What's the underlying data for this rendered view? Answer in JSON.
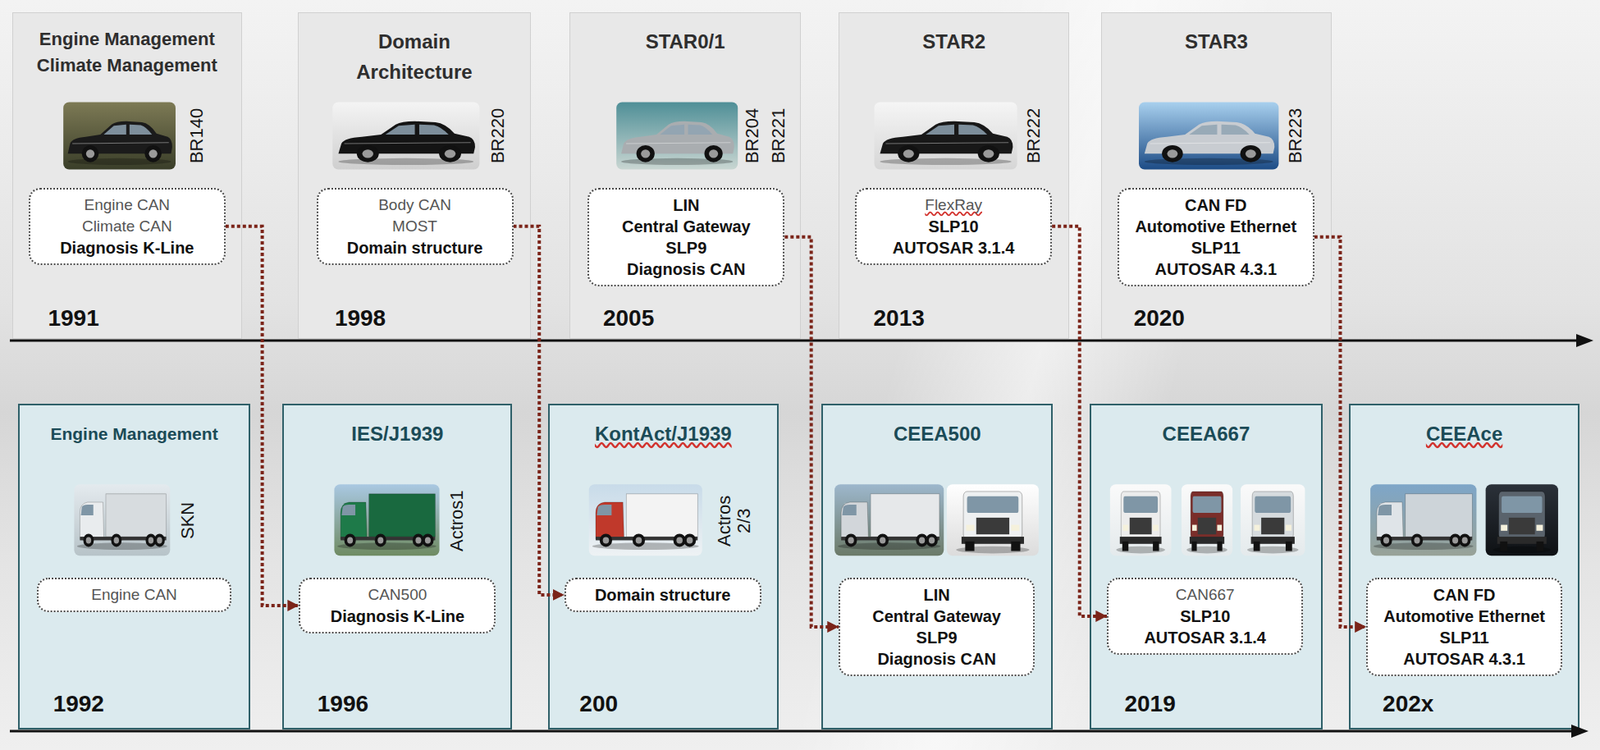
{
  "diagram": {
    "nodes": [
      {
        "text": [
          "Engine Management Climate Management",
          "BR140",
          "1991"
        ]
      },
      {
        "text": [
          "Engine CAN",
          "Climate CAN",
          "Diagnosis K-Line"
        ],
        "in": 0
      },
      {
        "text": [
          "Domain Architecture",
          "BR220",
          "1998"
        ]
      },
      {
        "text": [
          "Body CAN",
          "MOST",
          "Domain structure"
        ],
        "in": 2
      },
      {
        "text": [
          "STAR0/1",
          "BR204",
          "BR221",
          "2005"
        ]
      },
      {
        "text": [
          "LIN",
          "Central Gateway",
          "SLP9",
          "Diagnosis CAN"
        ],
        "in": 4
      },
      {
        "text": [
          "STAR2",
          "BR222",
          "2013"
        ]
      },
      {
        "text": [
          "FlexRay",
          "SLP10",
          "AUTOSAR 3.1.4"
        ],
        "in": 6
      },
      {
        "text": [
          "STAR3",
          "BR223",
          "2020"
        ]
      },
      {
        "text": [
          "CAN FD",
          "Automotive Ethernet",
          "SLP11",
          "AUTOSAR 4.3.1"
        ],
        "in": 8
      },
      {
        "text": [
          "Engine Management",
          "SKN",
          "1992"
        ]
      },
      {
        "text": [
          "Engine CAN"
        ],
        "in": 10
      },
      {
        "text": [
          "IES/J1939",
          "Actros1",
          "1996"
        ]
      },
      {
        "text": [
          "CAN500",
          "Diagnosis K-Line"
        ],
        "in": 12
      },
      {
        "text": [
          "KontAct/J1939",
          "Actros 2/3",
          "200"
        ]
      },
      {
        "text": [
          "Domain structure"
        ],
        "in": 14
      },
      {
        "text": [
          "CEEA500"
        ]
      },
      {
        "text": [
          "LIN",
          "Central Gateway",
          "SLP9",
          "Diagnosis CAN"
        ],
        "in": 16
      },
      {
        "text": [
          "CEEA667",
          "2019"
        ]
      },
      {
        "text": [
          "CAN667",
          "SLP10",
          "AUTOSAR 3.1.4"
        ],
        "in": 18
      },
      {
        "text": [
          "CEEAce",
          "202x"
        ]
      },
      {
        "text": [
          "CAN FD",
          "Automotive Ethernet",
          "SLP11",
          "AUTOSAR 4.3.1"
        ],
        "in": 20
      }
    ],
    "edges": [
      {
        "from": 1,
        "to": 13,
        "arrow": "to"
      },
      {
        "from": 3,
        "to": 15,
        "arrow": "to"
      },
      {
        "from": 5,
        "to": 17,
        "arrow": "to"
      },
      {
        "from": 7,
        "to": 19,
        "arrow": "to"
      },
      {
        "from": 9,
        "to": 21,
        "arrow": "to"
      }
    ]
  }
}
